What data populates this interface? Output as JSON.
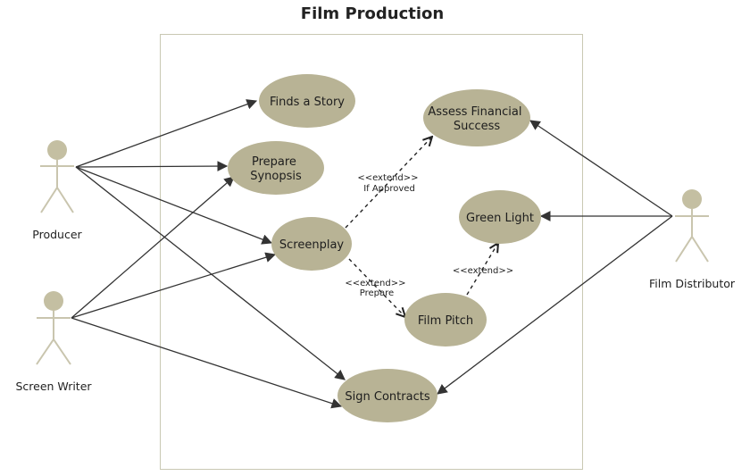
{
  "title": "Film Production",
  "colors": {
    "usecase_fill": "#b8b395",
    "actor_fill": "#c4bfa2",
    "actor_stroke": "#c9c5ae",
    "line": "#333333",
    "boundary": "#c9c8b3"
  },
  "actors": {
    "producer": "Producer",
    "screen_writer": "Screen Writer",
    "film_distributor": "Film Distributor"
  },
  "use_cases": {
    "finds_story": [
      "Finds a Story"
    ],
    "prepare_synopsis": [
      "Prepare",
      "Synopsis"
    ],
    "screenplay": [
      "Screenplay"
    ],
    "sign_contracts": [
      "Sign Contracts"
    ],
    "assess_financial": [
      "Assess Financial",
      "Success"
    ],
    "green_light": [
      "Green Light"
    ],
    "film_pitch": [
      "Film Pitch"
    ]
  },
  "extend_labels": {
    "if_approved": [
      "<<extend>>",
      "If Approved"
    ],
    "prepare": [
      "<<extend>>",
      "Prepare"
    ],
    "green_light": [
      "<<extend>>"
    ]
  }
}
